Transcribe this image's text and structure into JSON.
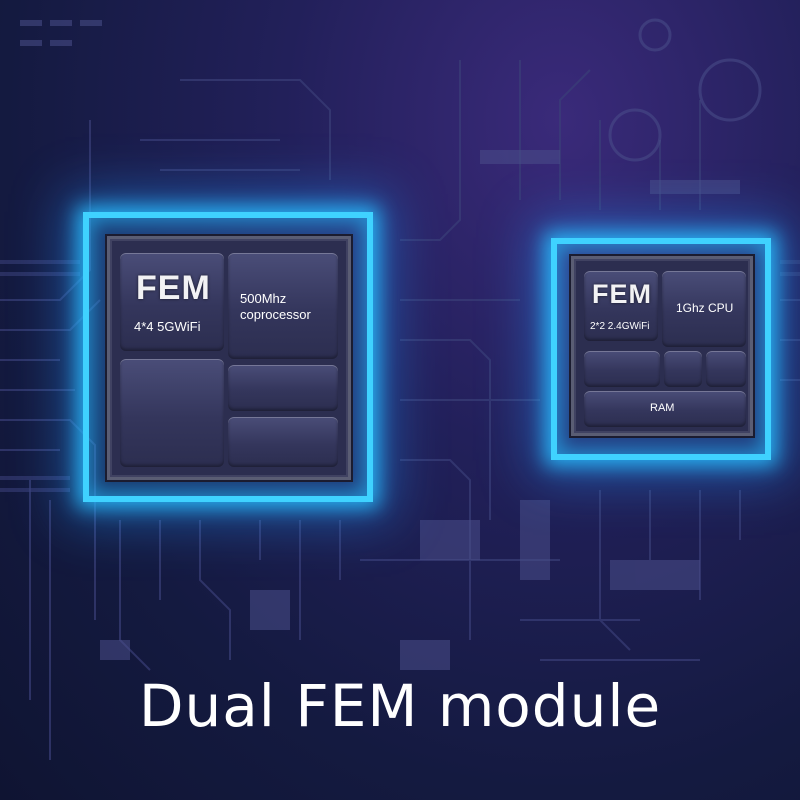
{
  "chip_left": {
    "fem_label": "FEM",
    "wifi_label": "4*4 5GWiFi",
    "coprocessor_label": "500Mhz\ncoprocessor"
  },
  "chip_right": {
    "fem_label": "FEM",
    "wifi_label": "2*2 2.4GWiFi",
    "cpu_label": "1Ghz CPU",
    "ram_label": "RAM"
  },
  "caption": "Dual FEM module",
  "colors": {
    "glow": "#3fd2ff",
    "background": "#1a1d48",
    "chip_block": "#34365c"
  }
}
